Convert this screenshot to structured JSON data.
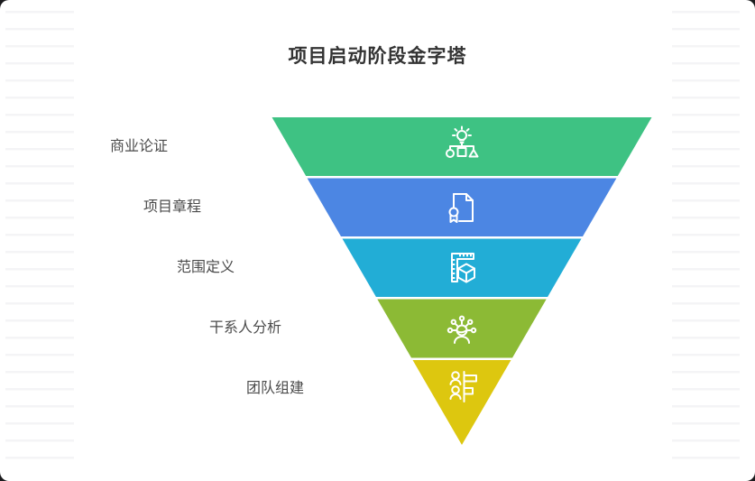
{
  "title": "项目启动阶段金字塔",
  "chart_data": {
    "type": "funnel",
    "subtype": "inverted-pyramid",
    "title": "项目启动阶段金字塔",
    "orientation": "top-wide-bottom-point",
    "legend_position": "none",
    "levels": [
      {
        "rank": 1,
        "label": "商业论证",
        "color": "#3ec283",
        "icon": "idea-hierarchy-icon"
      },
      {
        "rank": 2,
        "label": "项目章程",
        "color": "#4c86e3",
        "icon": "certificate-document-icon"
      },
      {
        "rank": 3,
        "label": "范围定义",
        "color": "#22add6",
        "icon": "ruler-cube-icon"
      },
      {
        "rank": 4,
        "label": "干系人分析",
        "color": "#8cba35",
        "icon": "stakeholder-network-icon"
      },
      {
        "rank": 5,
        "label": "团队组建",
        "color": "#ddc70f",
        "icon": "team-roster-icon"
      }
    ]
  }
}
